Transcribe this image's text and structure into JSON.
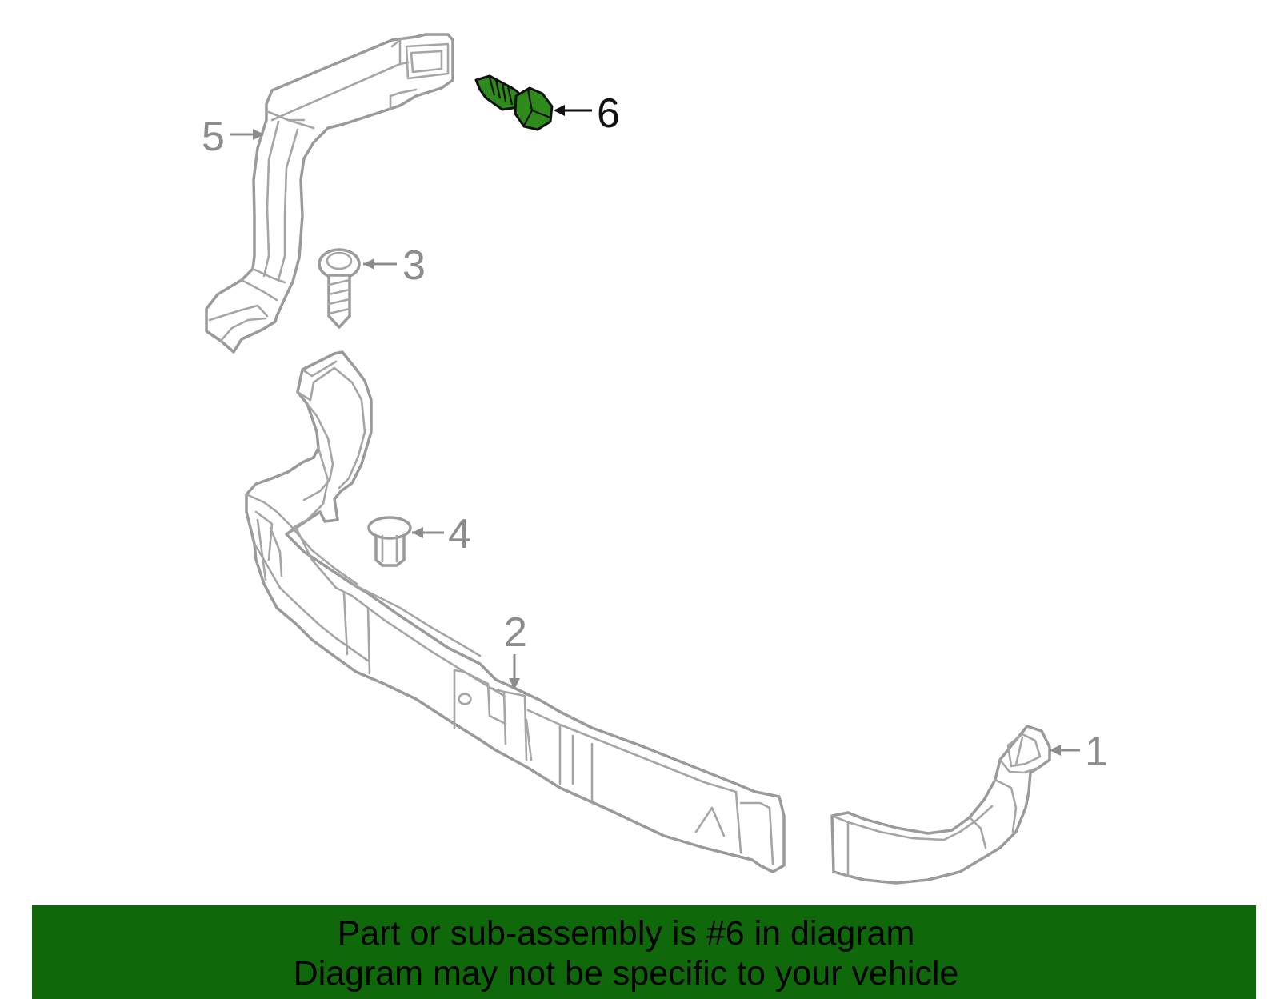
{
  "highlight_color": "#2f8a1c",
  "banner_color": "#0f690a",
  "callouts": {
    "c1": "1",
    "c2": "2",
    "c3": "3",
    "c4": "4",
    "c5": "5",
    "c6": "6"
  },
  "highlighted_part": "6",
  "banner": {
    "line1": "Part or sub-assembly is #6 in diagram",
    "line2": "Diagram may not be specific to your vehicle"
  }
}
